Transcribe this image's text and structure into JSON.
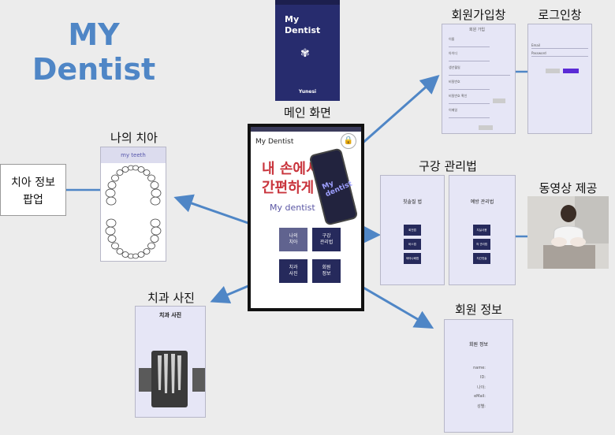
{
  "logo": {
    "line1": "MY",
    "line2": "Dentist"
  },
  "labels": {
    "main_screen": "메인 화면",
    "signup": "회원가입창",
    "login": "로그인창",
    "my_teeth": "나의 치아",
    "tooth_popup": "치아 정보\n팝업",
    "oral_care": "구강 관리법",
    "video": "동영상 제공",
    "dental_photo": "치과 사진",
    "member_info": "회원 정보"
  },
  "splash": {
    "title": "My\nDentist",
    "footer": "Yunesi"
  },
  "main": {
    "title": "My Dentist",
    "hero": "내 손에서\n간편하게",
    "hero_sub": "My dentist",
    "device_text": "My\ndentist",
    "buttons": {
      "teeth": "나의\n치아",
      "care": "구강\n관리법",
      "photo": "치과\n사진",
      "info": "회원\n정보"
    }
  },
  "teeth_screen": {
    "title": "my teeth"
  },
  "photo_screen": {
    "title": "치과 사진"
  },
  "signup_screen": {
    "title": "회원 가입",
    "fields": [
      "이름",
      "아이디",
      "생년월일",
      "비밀번호",
      "비밀번호 확인",
      "이메일"
    ]
  },
  "login_screen": {
    "fields": [
      "Email",
      "Password"
    ]
  },
  "oral_screens": {
    "brushing": {
      "title": "칫솔질 법",
      "buttons": [
        "회전법",
        "바스법",
        "와타나베법"
      ]
    },
    "prevention": {
      "title": "예방 관리법",
      "buttons": [
        "치실사용",
        "혀 관리법",
        "치간칫솔"
      ]
    }
  },
  "member_screen": {
    "title": "회원 정보",
    "fields": [
      "name:",
      "ID:",
      "나이:",
      "eMail:",
      "성별:"
    ]
  }
}
